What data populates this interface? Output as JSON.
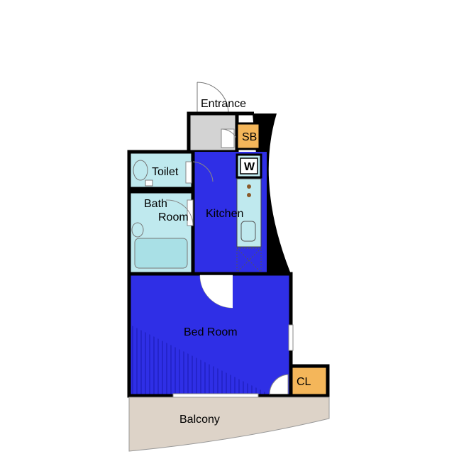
{
  "rooms": {
    "entrance": "Entrance",
    "sb": "SB",
    "washer": "W",
    "toilet": "Toilet",
    "bath_line1": "Bath",
    "bath_line2": "Room",
    "kitchen": "Kitchen",
    "bedroom": "Bed Room",
    "closet": "CL",
    "balcony": "Balcony"
  },
  "colors": {
    "bedroom_floor": "#2f2fe6",
    "wet_floor": "#bfe9ee",
    "entrance_floor": "#d3d3d3",
    "storage": "#f4b65a",
    "balcony": "#ddd3c8",
    "wall": "#000000"
  }
}
